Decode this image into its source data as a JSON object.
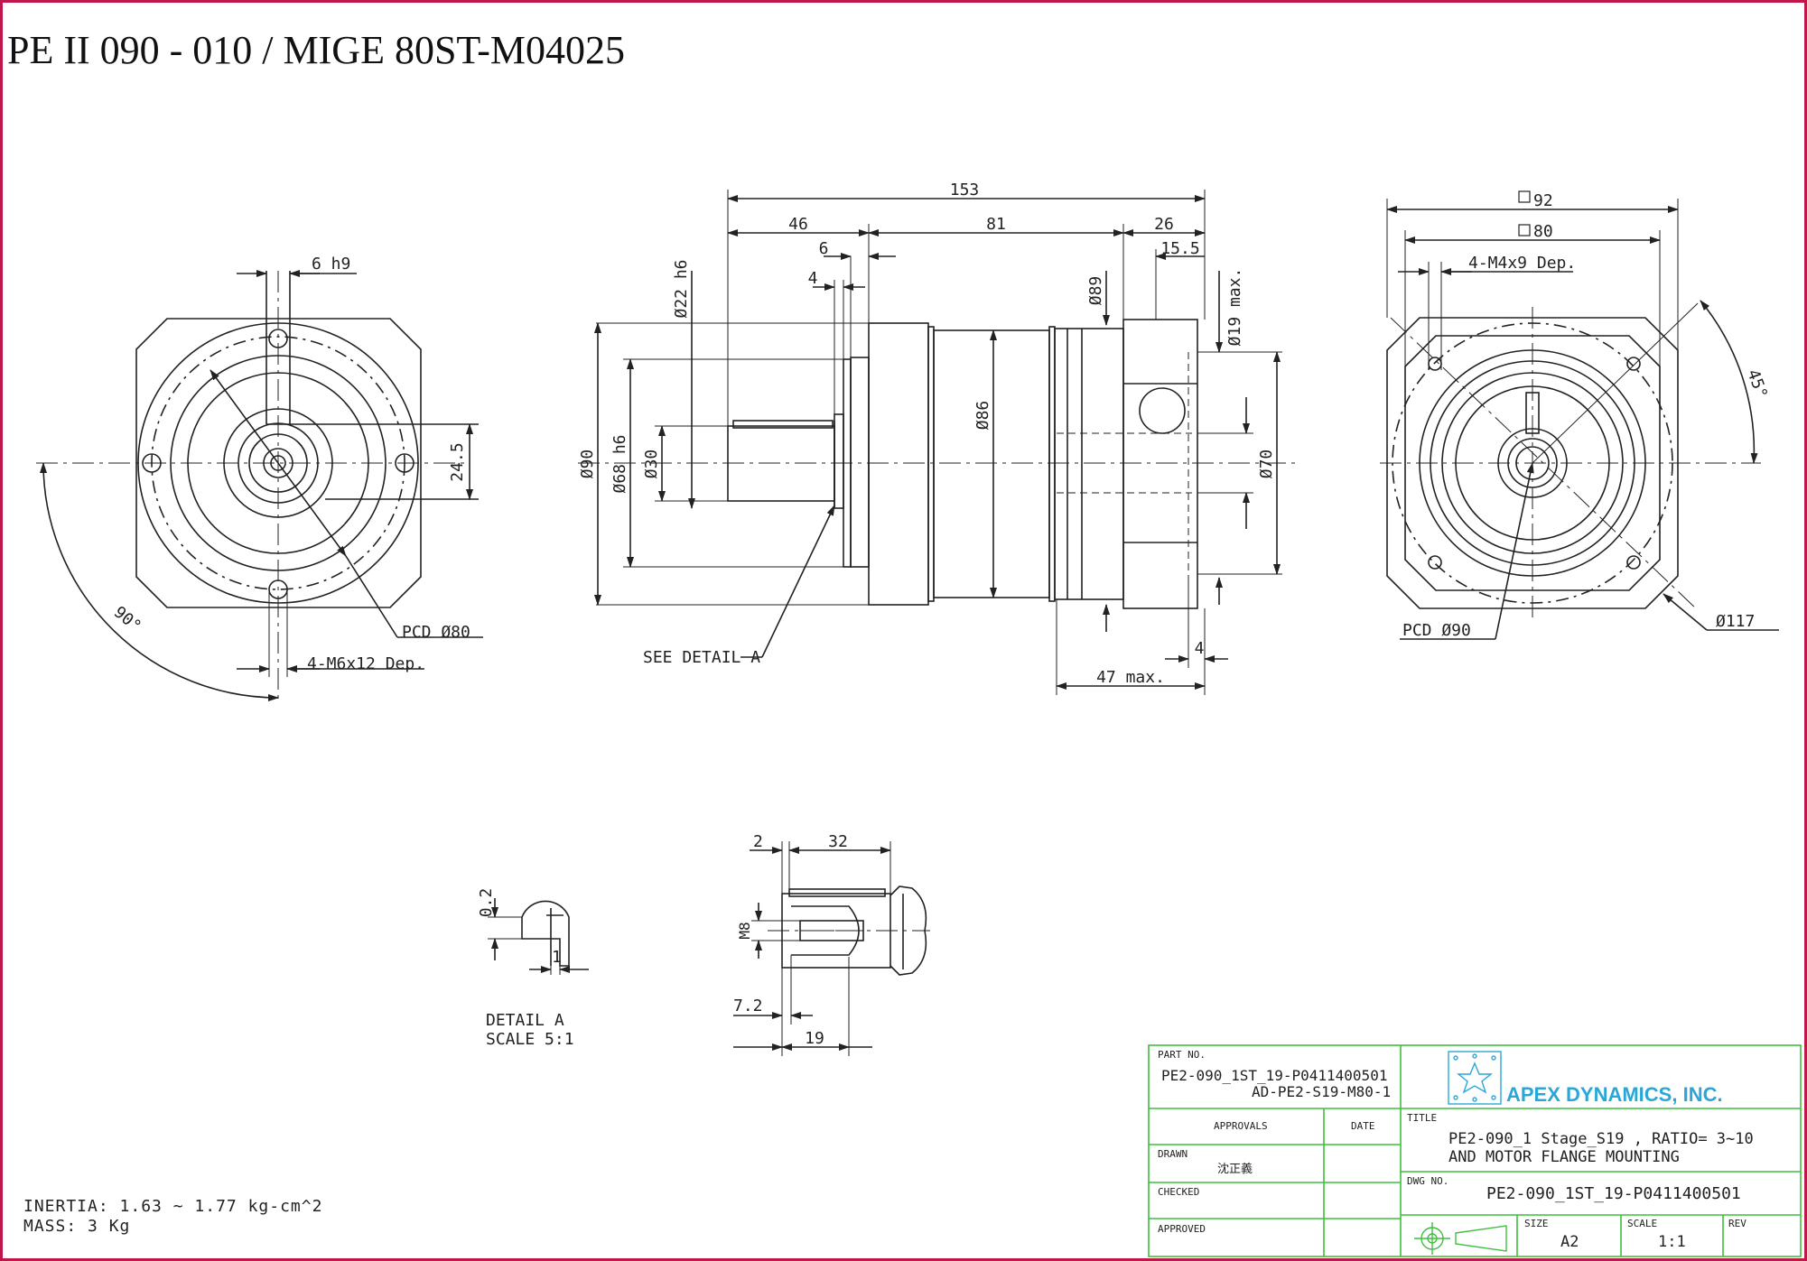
{
  "title": "PE II 090 - 010 / MIGE 80ST-M04025",
  "front_view": {
    "key_width": "6 h9",
    "key_height": "24.5",
    "pcd": "PCD Ø80",
    "holes": "4-M6x12 Dep.",
    "angle": "90°"
  },
  "side_view": {
    "total_length": "153",
    "len_46": "46",
    "len_81": "81",
    "len_26": "26",
    "len_15_5": "15.5",
    "len_6": "6",
    "len_4_top": "4",
    "shaft_dia": "Ø22 h6",
    "dia_89": "Ø89",
    "dia_19": "Ø19 max.",
    "dia_90": "Ø90",
    "dia_68": "Ø68 h6",
    "dia_30": "Ø30",
    "dia_86": "Ø86",
    "dia_70": "Ø70",
    "see_detail": "SEE DETAIL A",
    "len_47": "47 max.",
    "len_4_bottom": "4"
  },
  "rear_view": {
    "sq_92": "92",
    "sq_80": "80",
    "holes": "4-M4x9 Dep.",
    "angle": "45°",
    "pcd": "PCD Ø90",
    "dia_117": "Ø117"
  },
  "detail_a": {
    "dim_02": "0.2",
    "dim_1": "1",
    "label": "DETAIL A",
    "scale": "SCALE 5:1"
  },
  "shaft_detail": {
    "dim_2": "2",
    "dim_32": "32",
    "thread": "M8",
    "dim_7_2": "7.2",
    "dim_19": "19"
  },
  "notes": {
    "inertia": "INERTIA: 1.63 ~ 1.77 kg-cm^2",
    "mass": "MASS: 3  Kg"
  },
  "title_block": {
    "part_no_label": "PART NO.",
    "part_no_1": "PE2-090_1ST_19-P0411400501",
    "part_no_2": "AD-PE2-S19-M80-1",
    "company": "APEX DYNAMICS, INC.",
    "approvals": "APPROVALS",
    "date": "DATE",
    "title_label": "TITLE",
    "title_line1": "PE2-090_1 Stage_S19 , RATIO= 3~10",
    "title_line2": "AND MOTOR FLANGE MOUNTING",
    "drawn": "DRAWN",
    "drawn_by": "沈正義",
    "checked": "CHECKED",
    "approved": "APPROVED",
    "dwg_no_label": "DWG NO.",
    "dwg_no": "PE2-090_1ST_19-P0411400501",
    "size_label": "SIZE",
    "size": "A2",
    "scale_label": "SCALE",
    "scale": "1:1",
    "rev_label": "REV"
  },
  "colors": {
    "border": "#c0164b",
    "titleblock": "#3fbf3f",
    "logo": "#2aa7d8",
    "ink": "#222222"
  }
}
